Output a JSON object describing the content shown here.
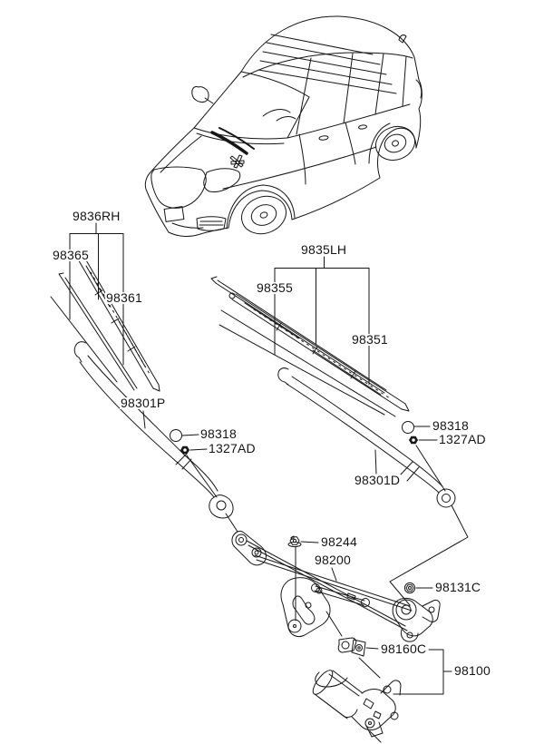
{
  "diagram": {
    "kind": "windshield wiper system parts diagram",
    "background_color": "#ffffff",
    "line_color": "#161616"
  },
  "labels": {
    "rh_assembly": "9836RH",
    "rh_refill": "98365",
    "rh_blade": "98361",
    "lh_assembly": "9835LH",
    "lh_refill": "98355",
    "lh_blade": "98351",
    "arm_passenger": "98301P",
    "cap_passenger": "98318",
    "nut_passenger": "1327AD",
    "arm_driver": "98301D",
    "cap_driver": "98318",
    "nut_driver": "1327AD",
    "linkage_nut": "98244",
    "linkage": "98200",
    "crank_nut": "98131C",
    "motor_clamp": "98160C",
    "motor": "98100"
  }
}
